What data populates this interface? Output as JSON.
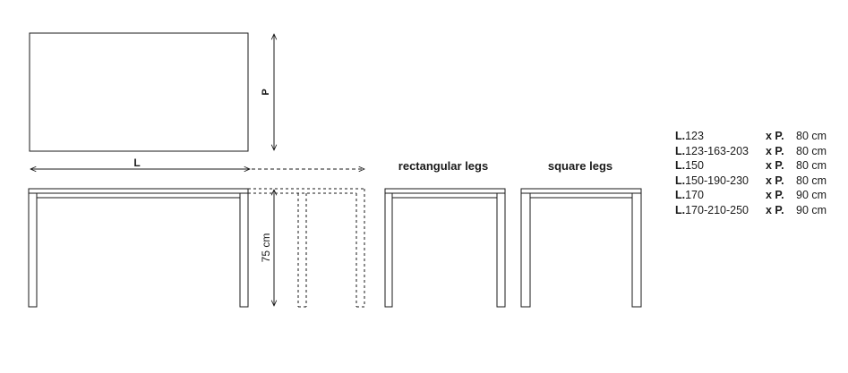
{
  "dimension_labels": {
    "length": "L",
    "depth": "P",
    "height": "75 cm"
  },
  "leg_types": [
    {
      "label": "rectangular legs"
    },
    {
      "label": "square legs"
    }
  ],
  "sizes": [
    {
      "l_prefix": "L.",
      "l_value": "123",
      "p_prefix": "x P.",
      "p_value": "80 cm"
    },
    {
      "l_prefix": "L.",
      "l_value": "123-163-203",
      "p_prefix": "x P.",
      "p_value": "80 cm"
    },
    {
      "l_prefix": "L.",
      "l_value": "150",
      "p_prefix": "x P.",
      "p_value": "80 cm"
    },
    {
      "l_prefix": "L.",
      "l_value": "150-190-230",
      "p_prefix": "x P.",
      "p_value": "80 cm"
    },
    {
      "l_prefix": "L.",
      "l_value": "170",
      "p_prefix": "x P.",
      "p_value": "90 cm"
    },
    {
      "l_prefix": "L.",
      "l_value": "170-210-250",
      "p_prefix": "x P.",
      "p_value": "90 cm"
    }
  ]
}
